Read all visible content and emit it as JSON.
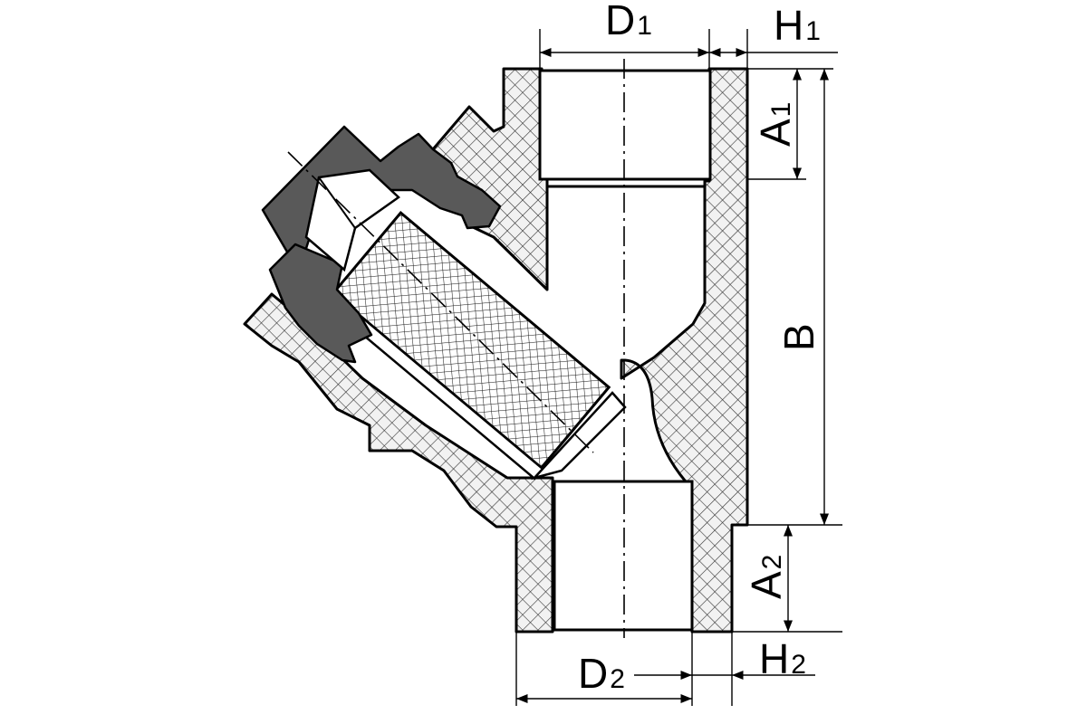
{
  "colors": {
    "background": "#ffffff",
    "line": "#000000",
    "hatch_fill": "#f2f2f2",
    "hatch_line": "#333333",
    "cap_fill": "#595959",
    "bore_fill": "#ffffff"
  },
  "dimensions": {
    "d1": {
      "main": "D",
      "sub": "1"
    },
    "h1": {
      "main": "H",
      "sub": "1"
    },
    "a1": {
      "main": "A",
      "sub": "1"
    },
    "b": {
      "main": "B"
    },
    "a2": {
      "main": "A",
      "sub": "2"
    },
    "d2": {
      "main": "D",
      "sub": "2"
    },
    "h2": {
      "main": "H",
      "sub": "2"
    }
  }
}
